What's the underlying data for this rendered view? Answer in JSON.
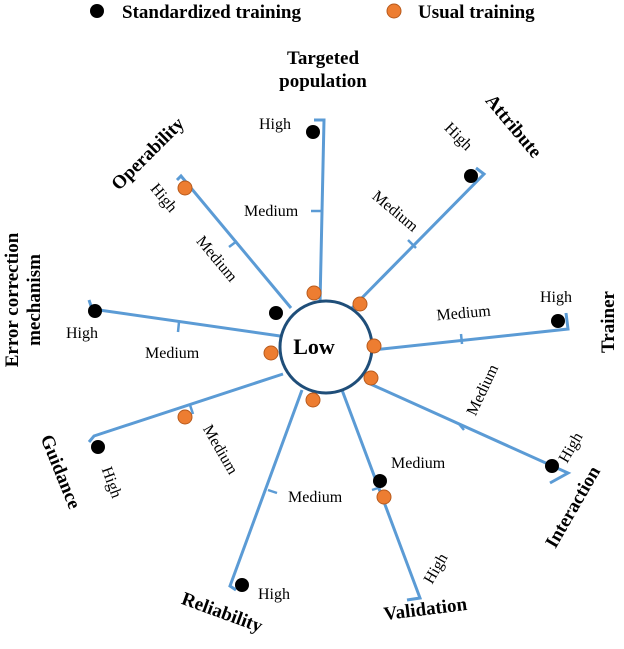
{
  "legend": {
    "standardized": "Standardized training",
    "usual": "Usual training"
  },
  "center_label": "Low",
  "colors": {
    "axis": "#5b9bd5",
    "standardized": "#000000",
    "usual": "#ed7d31",
    "usual_stroke": "#b85a1c"
  },
  "scale_levels": [
    "Low",
    "Medium",
    "High"
  ],
  "dimensions": [
    {
      "id": "targeted-population",
      "label": "Targeted population",
      "medium_label": "Medium",
      "high_label": "High",
      "standardized": "High",
      "usual": "Low"
    },
    {
      "id": "attribute",
      "label": "Attribute",
      "medium_label": "Medium",
      "high_label": "High",
      "standardized": "High",
      "usual": "Low"
    },
    {
      "id": "trainer",
      "label": "Trainer",
      "medium_label": "Medium",
      "high_label": "High",
      "standardized": "High",
      "usual": "Low"
    },
    {
      "id": "interaction",
      "label": "Interaction",
      "medium_label": "Medium",
      "high_label": "High",
      "standardized": "High",
      "usual": "Low"
    },
    {
      "id": "validation",
      "label": "Validation",
      "medium_label": "Medium",
      "high_label": "High",
      "standardized": "Medium",
      "usual": "Medium"
    },
    {
      "id": "reliability",
      "label": "Reliability",
      "medium_label": "Medium",
      "high_label": "High",
      "standardized": "High",
      "usual": "Low"
    },
    {
      "id": "guidance",
      "label": "Guidance",
      "medium_label": "Medium",
      "high_label": "High",
      "standardized": "High",
      "usual": "Medium"
    },
    {
      "id": "error-correction-mechanism",
      "label": "Error correction mechanism",
      "medium_label": "Medium",
      "high_label": "High",
      "standardized": "High",
      "usual": "Low"
    },
    {
      "id": "operability",
      "label": "Operability",
      "medium_label": "Medium",
      "high_label": "High",
      "standardized": "Low",
      "usual": "High"
    }
  ]
}
